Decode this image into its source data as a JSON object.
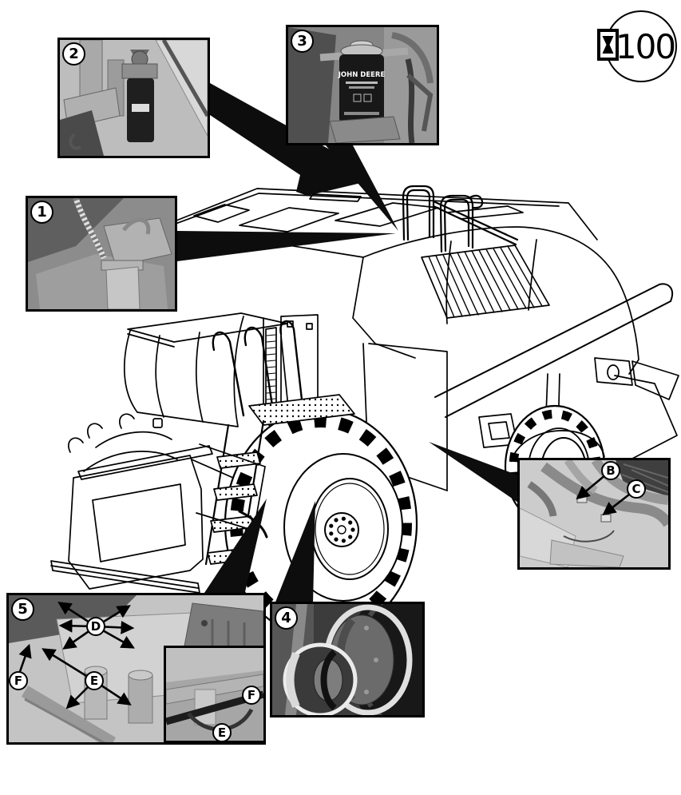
{
  "interval_symbol": {
    "hours": "100",
    "icon": "hourglass-icon"
  },
  "callouts": {
    "n1": "1",
    "n2": "2",
    "n3": "3",
    "n4": "4",
    "n5": "5",
    "b": "B",
    "c": "C",
    "d": "D",
    "e": "E",
    "f": "F",
    "sub_f": "F",
    "sub_e": "E"
  },
  "inset3": {
    "filter_label": "JOHN DEERE"
  },
  "colors": {
    "line": "#000000",
    "pointer": "#0d0d0d",
    "paper": "#ffffff"
  }
}
